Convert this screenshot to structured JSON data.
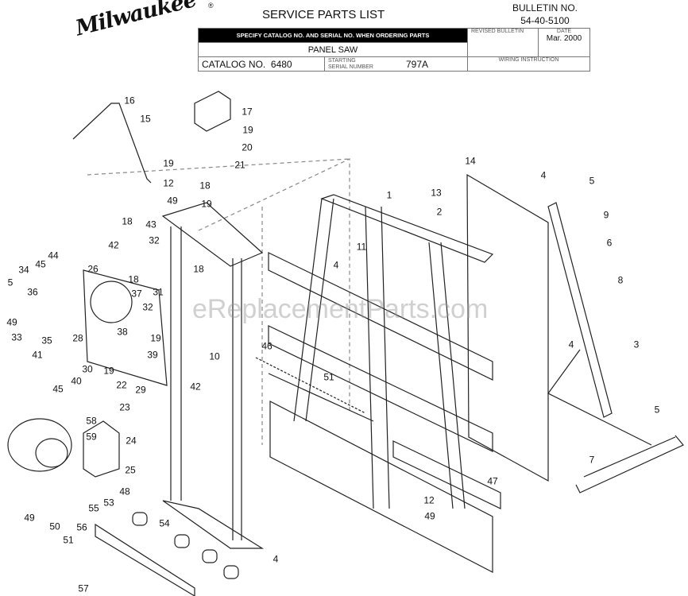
{
  "logo": "Milwaukee",
  "title": "SERVICE PARTS LIST",
  "bulletin": {
    "label": "BULLETIN NO.",
    "number": "54-40-5100"
  },
  "header": {
    "notice": "SPECIFY CATALOG NO. AND SERIAL NO. WHEN ORDERING PARTS",
    "product": "PANEL SAW",
    "catalog_label": "CATALOG NO.",
    "catalog_no": "6480",
    "serial_label_1": "STARTING",
    "serial_label_2": "SERIAL NUMBER",
    "serial_no": "797A",
    "revised_label": "REVISED BULLETIN",
    "date_label": "DATE",
    "date": "Mar. 2000",
    "wiring_label": "WIRING INSTRUCTION"
  },
  "watermark": "eReplacementParts.com",
  "callouts": [
    "16",
    "15",
    "17",
    "19",
    "20",
    "21",
    "19",
    "18",
    "12",
    "49",
    "19",
    "14",
    "4",
    "5",
    "1",
    "2",
    "13",
    "9",
    "6",
    "8",
    "11",
    "4",
    "18",
    "43",
    "42",
    "32",
    "44",
    "26",
    "45",
    "34",
    "5",
    "36",
    "18",
    "37",
    "31",
    "32",
    "18",
    "49",
    "33",
    "35",
    "28",
    "38",
    "19",
    "39",
    "41",
    "30",
    "19",
    "22",
    "29",
    "40",
    "45",
    "10",
    "42",
    "46",
    "3",
    "4",
    "51",
    "5",
    "7",
    "58",
    "59",
    "23",
    "24",
    "25",
    "48",
    "53",
    "47",
    "12",
    "49",
    "55",
    "54",
    "49",
    "50",
    "56",
    "51",
    "57",
    "4"
  ]
}
